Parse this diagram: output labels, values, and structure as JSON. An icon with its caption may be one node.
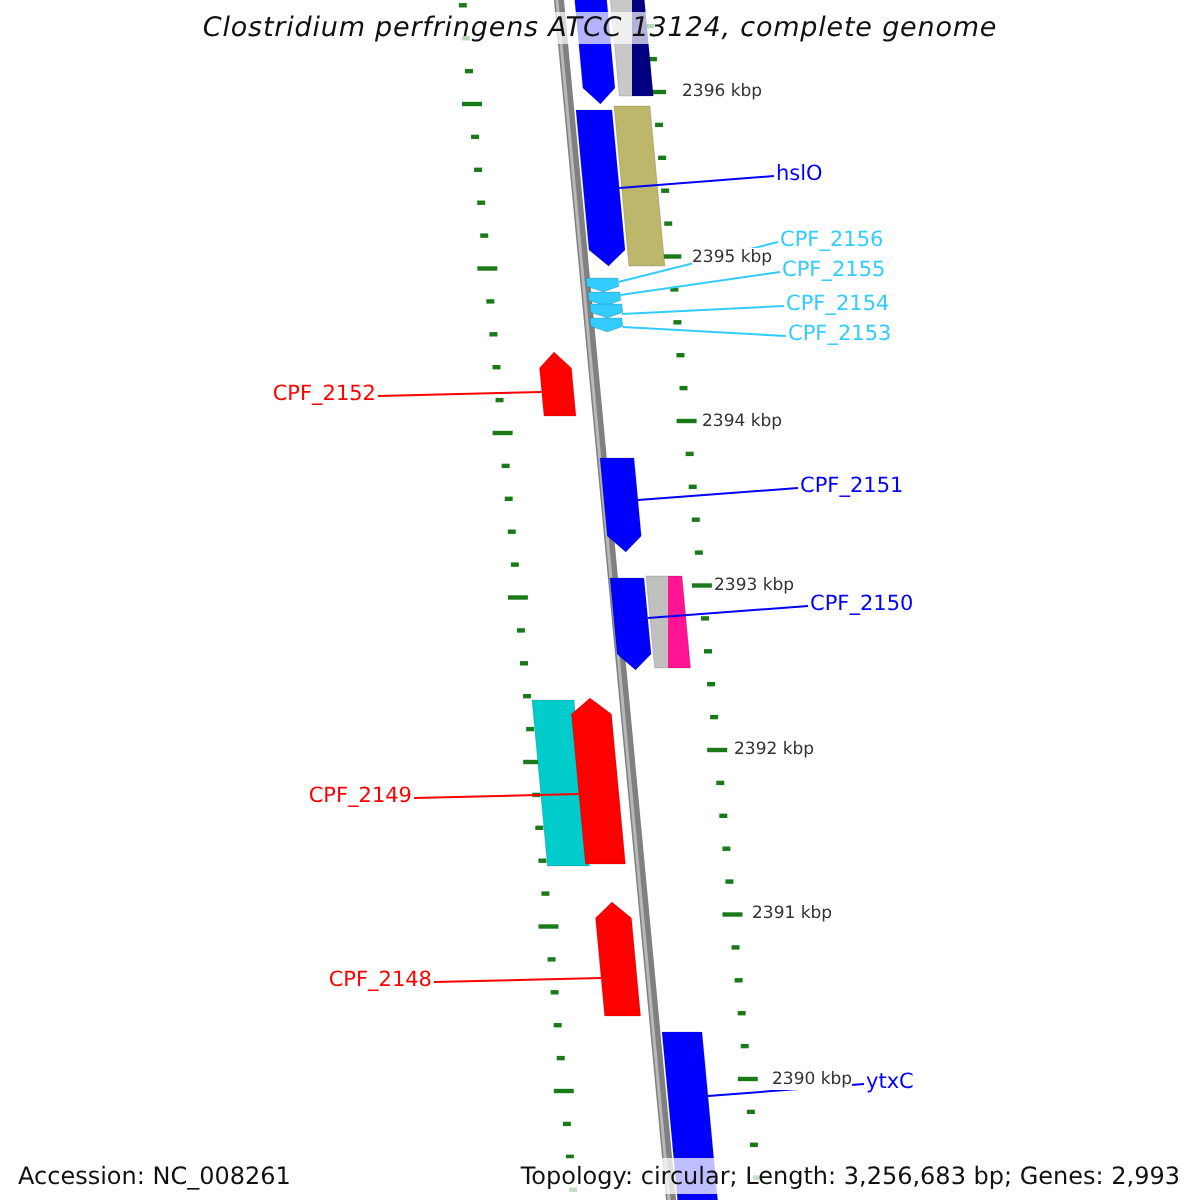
{
  "diagram": {
    "title": "Clostridium perfringens ATCC 13124, complete genome",
    "nodes": [
      {
        "text": [],
        "shape": "bar"
      },
      {
        "text": [],
        "shape": "pentagon"
      },
      {
        "text": [
          "hslO"
        ]
      },
      {
        "text": [],
        "shape": "pentagon"
      },
      {
        "text": [],
        "shape": "bar"
      },
      {
        "text": [
          "CPF_2156"
        ]
      },
      {
        "text": [
          "CPF_2155"
        ]
      },
      {
        "text": [
          "CPF_2154"
        ]
      },
      {
        "text": [
          "CPF_2153"
        ]
      },
      {
        "text": [],
        "shape": "pentagon"
      },
      {
        "text": [],
        "shape": "pentagon"
      },
      {
        "text": [],
        "shape": "pentagon"
      },
      {
        "text": [],
        "shape": "pentagon"
      },
      {
        "text": [
          "CPF_2152"
        ]
      },
      {
        "text": [],
        "shape": "pentagon"
      },
      {
        "text": [
          "CPF_2151"
        ]
      },
      {
        "text": [],
        "shape": "pentagon"
      },
      {
        "text": [
          "CPF_2150"
        ]
      },
      {
        "text": [],
        "shape": "pentagon"
      },
      {
        "text": [],
        "shape": "bar"
      },
      {
        "text": [
          "CPF_2149"
        ]
      },
      {
        "text": [],
        "shape": "bar"
      },
      {
        "text": [],
        "shape": "pentagon"
      },
      {
        "text": [
          "CPF_2148"
        ]
      },
      {
        "text": [],
        "shape": "pentagon"
      },
      {
        "text": [
          "ytxC"
        ]
      },
      {
        "text": [],
        "shape": "bar"
      }
    ],
    "edges": [
      {
        "from": 2,
        "to": 3,
        "arrow": "none"
      },
      {
        "from": 5,
        "to": 9,
        "arrow": "none",
        "color": "#33ccff"
      },
      {
        "from": 6,
        "to": 10,
        "arrow": "none",
        "color": "#33ccff"
      },
      {
        "from": 7,
        "to": 11,
        "arrow": "none",
        "color": "#33ccff"
      },
      {
        "from": 8,
        "to": 12,
        "arrow": "none",
        "color": "#33ccff"
      },
      {
        "from": 13,
        "to": 14,
        "arrow": "none",
        "color": "#ff0000"
      },
      {
        "from": 15,
        "to": 16,
        "arrow": "none"
      },
      {
        "from": 17,
        "to": 18,
        "arrow": "none"
      },
      {
        "from": 20,
        "to": 22,
        "arrow": "none",
        "color": "#ff0000"
      },
      {
        "from": 23,
        "to": 24,
        "arrow": "none",
        "color": "#ff0000"
      },
      {
        "from": 25,
        "to": 26,
        "arrow": "none"
      }
    ],
    "labels": [
      "2396 kbp",
      "2395 kbp",
      "2394 kbp",
      "2393 kbp",
      "2392 kbp",
      "2391 kbp",
      "2390 kbp",
      "Accession: NC_008261",
      "Topology: circular; Length: 3,256,683 bp; Genes: 2,993"
    ]
  }
}
